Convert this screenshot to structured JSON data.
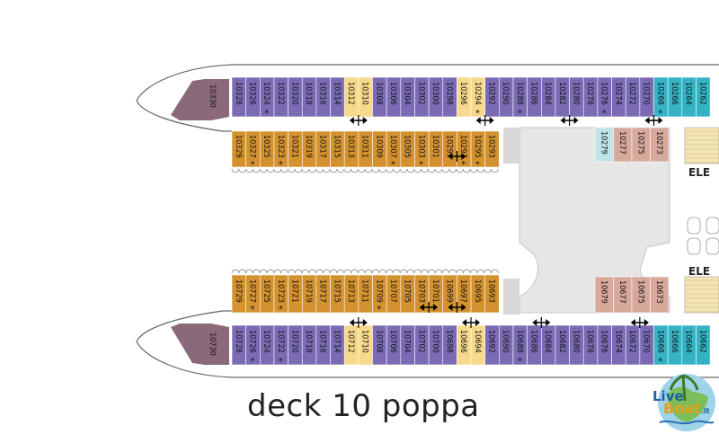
{
  "caption": "deck 10 poppa",
  "elevator_label": "ELE",
  "logo": {
    "text_live": "Live",
    "text_boat": "Boat",
    "text_tld": ".it"
  },
  "colors": {
    "purple": "#7b6bb5",
    "orange": "#d3922f",
    "yellow": "#f6d98b",
    "teal": "#35b3c4",
    "light_teal": "#bfe3e6",
    "mauve": "#d6a99a",
    "hull_mauve": "#8a6a7a",
    "corridor": "#e8e8e8",
    "gray_area": "#cfcfcf"
  },
  "rows": {
    "top_outer": [
      {
        "n": "10328",
        "c": "purple"
      },
      {
        "n": "10326",
        "c": "purple"
      },
      {
        "n": "10324",
        "c": "purple",
        "star": true
      },
      {
        "n": "10322",
        "c": "purple"
      },
      {
        "n": "10320",
        "c": "purple"
      },
      {
        "n": "10318",
        "c": "purple"
      },
      {
        "n": "10316",
        "c": "purple"
      },
      {
        "n": "10314",
        "c": "purple"
      },
      {
        "n": "10312",
        "c": "yellow"
      },
      {
        "n": "10310",
        "c": "yellow"
      },
      {
        "n": "10308",
        "c": "purple"
      },
      {
        "n": "10306",
        "c": "purple"
      },
      {
        "n": "10304",
        "c": "purple"
      },
      {
        "n": "10302",
        "c": "purple"
      },
      {
        "n": "10300",
        "c": "purple"
      },
      {
        "n": "10298",
        "c": "purple"
      },
      {
        "n": "10296",
        "c": "yellow"
      },
      {
        "n": "10294",
        "c": "yellow",
        "star": true
      },
      {
        "n": "10292",
        "c": "purple"
      },
      {
        "n": "10290",
        "c": "purple"
      },
      {
        "n": "10288",
        "c": "purple",
        "star": true
      },
      {
        "n": "10286",
        "c": "purple"
      },
      {
        "n": "10284",
        "c": "purple"
      },
      {
        "n": "10282",
        "c": "purple"
      },
      {
        "n": "10280",
        "c": "purple"
      },
      {
        "n": "10278",
        "c": "purple"
      },
      {
        "n": "10276",
        "c": "purple",
        "star": true
      },
      {
        "n": "10274",
        "c": "purple"
      },
      {
        "n": "10272",
        "c": "purple"
      },
      {
        "n": "10270",
        "c": "purple"
      },
      {
        "n": "10268",
        "c": "teal",
        "star": true
      },
      {
        "n": "10266",
        "c": "teal"
      },
      {
        "n": "10264",
        "c": "teal"
      },
      {
        "n": "10262",
        "c": "teal"
      }
    ],
    "top_inner": [
      {
        "n": "10329",
        "c": "orange"
      },
      {
        "n": "10327",
        "c": "orange",
        "star": true
      },
      {
        "n": "10325",
        "c": "orange"
      },
      {
        "n": "10323",
        "c": "orange",
        "star": true
      },
      {
        "n": "10321",
        "c": "orange"
      },
      {
        "n": "10319",
        "c": "orange"
      },
      {
        "n": "10317",
        "c": "orange"
      },
      {
        "n": "10315",
        "c": "orange"
      },
      {
        "n": "10313",
        "c": "orange"
      },
      {
        "n": "10311",
        "c": "orange"
      },
      {
        "n": "10309",
        "c": "orange"
      },
      {
        "n": "10307",
        "c": "orange",
        "star": true
      },
      {
        "n": "10305",
        "c": "orange"
      },
      {
        "n": "10303",
        "c": "orange",
        "star": true
      },
      {
        "n": "10301",
        "c": "orange"
      },
      {
        "n": "10299",
        "c": "orange"
      },
      {
        "n": "10297",
        "c": "orange",
        "star": true
      },
      {
        "n": "10295",
        "c": "orange",
        "star": true
      },
      {
        "n": "10293",
        "c": "orange"
      }
    ],
    "top_inner_small": [
      {
        "n": "10279",
        "c": "light_teal"
      },
      {
        "n": "10277",
        "c": "mauve"
      },
      {
        "n": "10275",
        "c": "mauve"
      },
      {
        "n": "10273",
        "c": "mauve"
      }
    ],
    "bottom_inner": [
      {
        "n": "10729",
        "c": "orange"
      },
      {
        "n": "10727",
        "c": "orange",
        "star": true
      },
      {
        "n": "10725",
        "c": "orange"
      },
      {
        "n": "10723",
        "c": "orange",
        "star": true
      },
      {
        "n": "10721",
        "c": "orange"
      },
      {
        "n": "10719",
        "c": "orange"
      },
      {
        "n": "10717",
        "c": "orange"
      },
      {
        "n": "10715",
        "c": "orange"
      },
      {
        "n": "10713",
        "c": "orange"
      },
      {
        "n": "10711",
        "c": "orange"
      },
      {
        "n": "10709",
        "c": "orange",
        "star": true
      },
      {
        "n": "10707",
        "c": "orange"
      },
      {
        "n": "10705",
        "c": "orange"
      },
      {
        "n": "10703",
        "c": "orange",
        "star": true
      },
      {
        "n": "10701",
        "c": "orange"
      },
      {
        "n": "10699",
        "c": "orange"
      },
      {
        "n": "10697",
        "c": "orange",
        "star": true
      },
      {
        "n": "10695",
        "c": "orange"
      },
      {
        "n": "10693",
        "c": "orange"
      }
    ],
    "bottom_inner_small": [
      {
        "n": "10679",
        "c": "mauve"
      },
      {
        "n": "10677",
        "c": "mauve"
      },
      {
        "n": "10675",
        "c": "mauve"
      },
      {
        "n": "10673",
        "c": "mauve"
      }
    ],
    "bottom_outer": [
      {
        "n": "10728",
        "c": "purple"
      },
      {
        "n": "10726",
        "c": "purple",
        "star": true
      },
      {
        "n": "10724",
        "c": "purple"
      },
      {
        "n": "10722",
        "c": "purple",
        "star": true
      },
      {
        "n": "10720",
        "c": "purple"
      },
      {
        "n": "10718",
        "c": "purple"
      },
      {
        "n": "10716",
        "c": "purple"
      },
      {
        "n": "10714",
        "c": "purple"
      },
      {
        "n": "10712",
        "c": "yellow"
      },
      {
        "n": "10710",
        "c": "yellow"
      },
      {
        "n": "10708",
        "c": "purple"
      },
      {
        "n": "10706",
        "c": "purple"
      },
      {
        "n": "10704",
        "c": "purple"
      },
      {
        "n": "10702",
        "c": "purple"
      },
      {
        "n": "10700",
        "c": "purple"
      },
      {
        "n": "10698",
        "c": "purple"
      },
      {
        "n": "10696",
        "c": "yellow"
      },
      {
        "n": "10694",
        "c": "yellow"
      },
      {
        "n": "10692",
        "c": "purple"
      },
      {
        "n": "10690",
        "c": "purple"
      },
      {
        "n": "10688",
        "c": "purple",
        "star": true
      },
      {
        "n": "10686",
        "c": "purple"
      },
      {
        "n": "10684",
        "c": "purple"
      },
      {
        "n": "10682",
        "c": "purple"
      },
      {
        "n": "10680",
        "c": "purple"
      },
      {
        "n": "10678",
        "c": "purple"
      },
      {
        "n": "10676",
        "c": "purple"
      },
      {
        "n": "10674",
        "c": "purple"
      },
      {
        "n": "10672",
        "c": "purple"
      },
      {
        "n": "10670",
        "c": "purple"
      },
      {
        "n": "10668",
        "c": "teal",
        "star": true
      },
      {
        "n": "10666",
        "c": "teal"
      },
      {
        "n": "10664",
        "c": "teal"
      },
      {
        "n": "10662",
        "c": "teal"
      }
    ]
  },
  "stern_cabins": {
    "top": "10330",
    "bottom": "10730"
  },
  "connecting_arrows": {
    "top": [
      "10312",
      "10294",
      "10282",
      "10270"
    ],
    "top_inner": [
      "10297"
    ],
    "bottom": [
      "10712",
      "10696",
      "10686",
      "10672"
    ],
    "bottom_inner": [
      "10701",
      "10697"
    ]
  }
}
